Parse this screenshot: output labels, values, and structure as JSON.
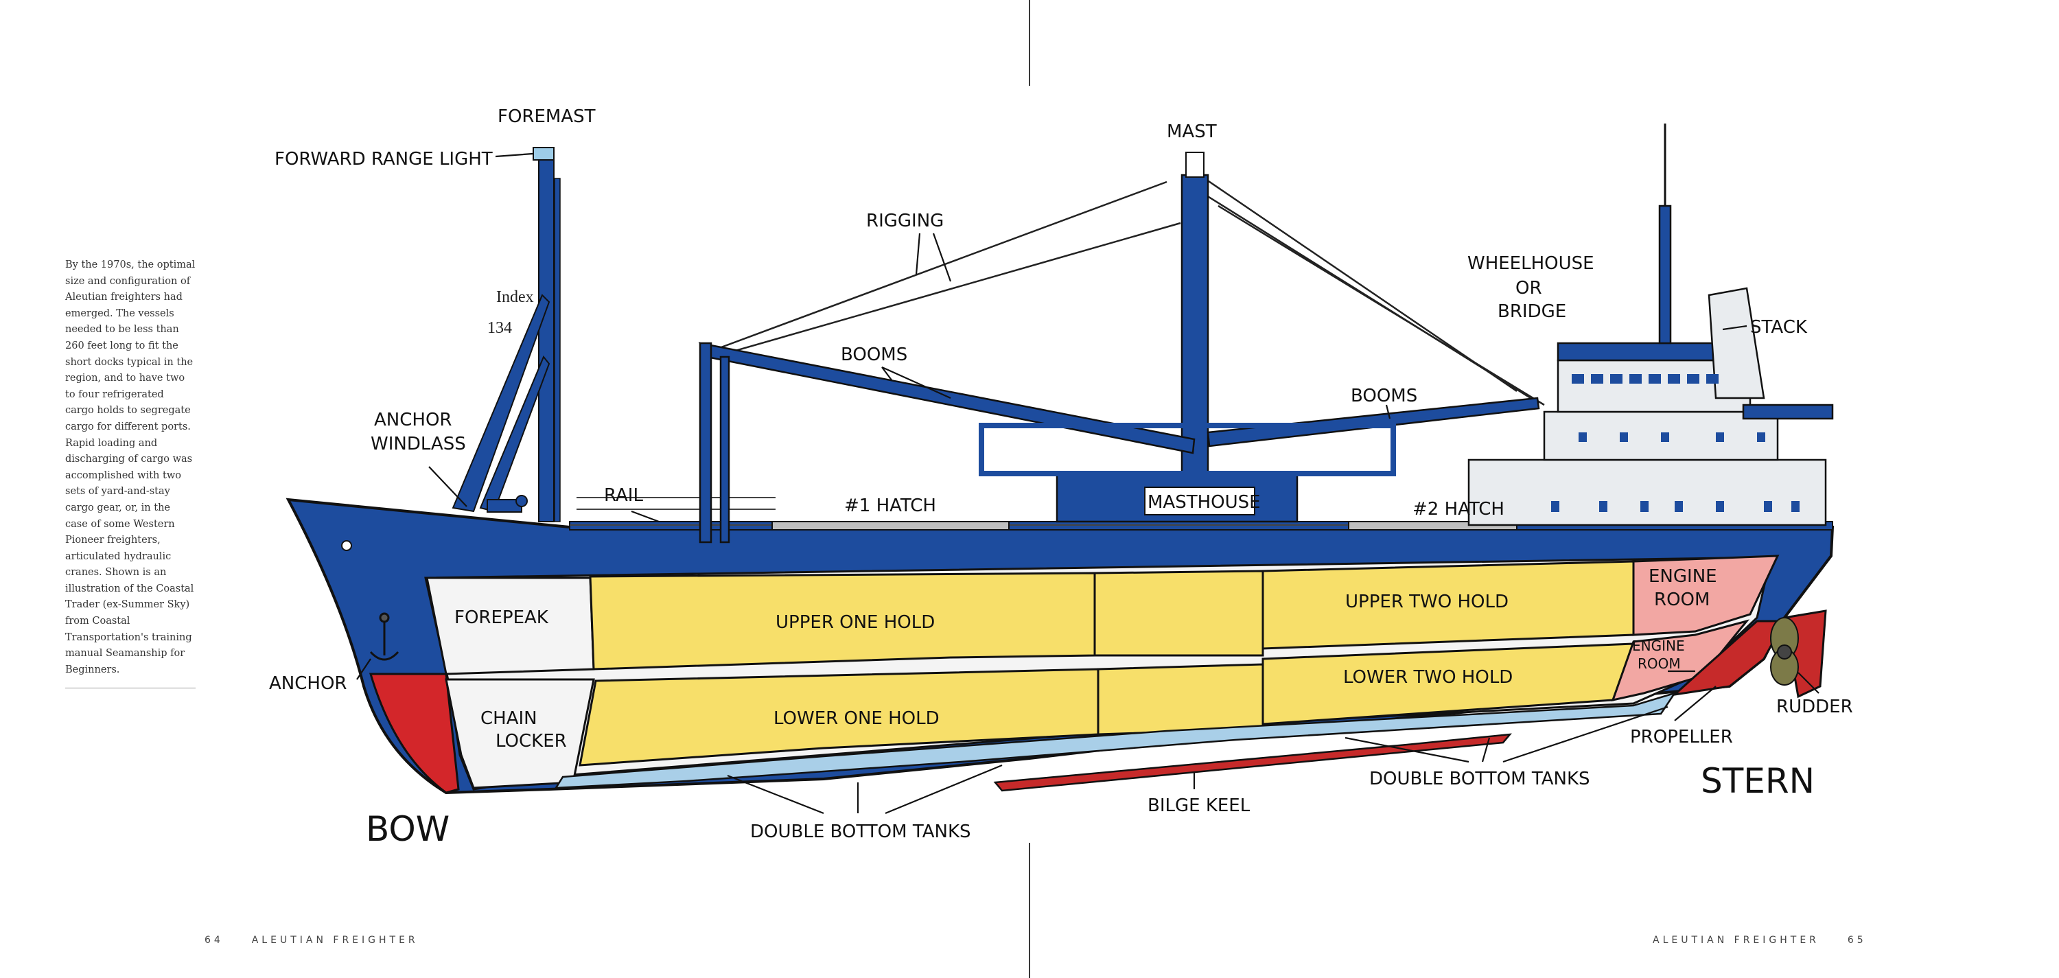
{
  "caption": "By the 1970s, the optimal size and configuration of Aleutian freighters had emerged. The vessels needed to be less than 260 feet long to fit the short docks typical in the region, and to have two to four refrigerated cargo holds to segregate cargo for different ports. Rapid loading and discharging of cargo was accomplished with two sets of yard-and-stay cargo gear, or, in the case of some Western Pioneer freighters, articulated hydraulic cranes. Shown is an illustration of the Coastal Trader (ex-Summer Sky) from Coastal Transportation's training manual Seamanship for Beginners.",
  "folio_left": {
    "page": "64",
    "title": "ALEUTIAN FREIGHTER"
  },
  "folio_right": {
    "title": "ALEUTIAN FREIGHTER",
    "page": "65"
  },
  "index_note": {
    "word": "Index",
    "page": "134"
  },
  "labels": {
    "foremast": "FOREMAST",
    "forward_range_light": "FORWARD RANGE LIGHT",
    "mast": "MAST",
    "rigging": "RIGGING",
    "wheelhouse": "WHEELHOUSE",
    "or": "OR",
    "bridge": "BRIDGE",
    "stack": "STACK",
    "booms_left": "BOOMS",
    "booms_right": "BOOMS",
    "anchor_windlass_1": "ANCHOR",
    "anchor_windlass_2": "WINDLASS",
    "rail": "RAIL",
    "hatch1": "#1 HATCH",
    "masthouse": "MASTHOUSE",
    "hatch2": "#2 HATCH",
    "forepeak": "FOREPEAK",
    "upper_one_hold": "UPPER ONE HOLD",
    "upper_two_hold": "UPPER TWO HOLD",
    "engine_room_1": "ENGINE",
    "engine_room_2": "ROOM",
    "engine_room_small_1": "ENGINE",
    "engine_room_small_2": "ROOM",
    "anchor": "ANCHOR",
    "chain_locker_1": "CHAIN",
    "chain_locker_2": "LOCKER",
    "lower_one_hold": "LOWER ONE HOLD",
    "lower_two_hold": "LOWER TWO HOLD",
    "rudder": "RUDDER",
    "propeller": "PROPELLER",
    "stern": "STERN",
    "double_bottom_tanks_right": "DOUBLE BOTTOM TANKS",
    "bilge_keel": "BILGE KEEL",
    "bow": "BOW",
    "double_bottom_tanks_left": "DOUBLE BOTTOM TANKS"
  },
  "colors": {
    "hull_blue": "#1d4c9e",
    "bow_red": "#d3262a",
    "hold_yellow": "#f7df6a",
    "engine_pink": "#f2a7a3",
    "tank_blue": "#a9cfe8",
    "superstructure": "#e9ecef",
    "bilge_red": "#c62a2a"
  }
}
